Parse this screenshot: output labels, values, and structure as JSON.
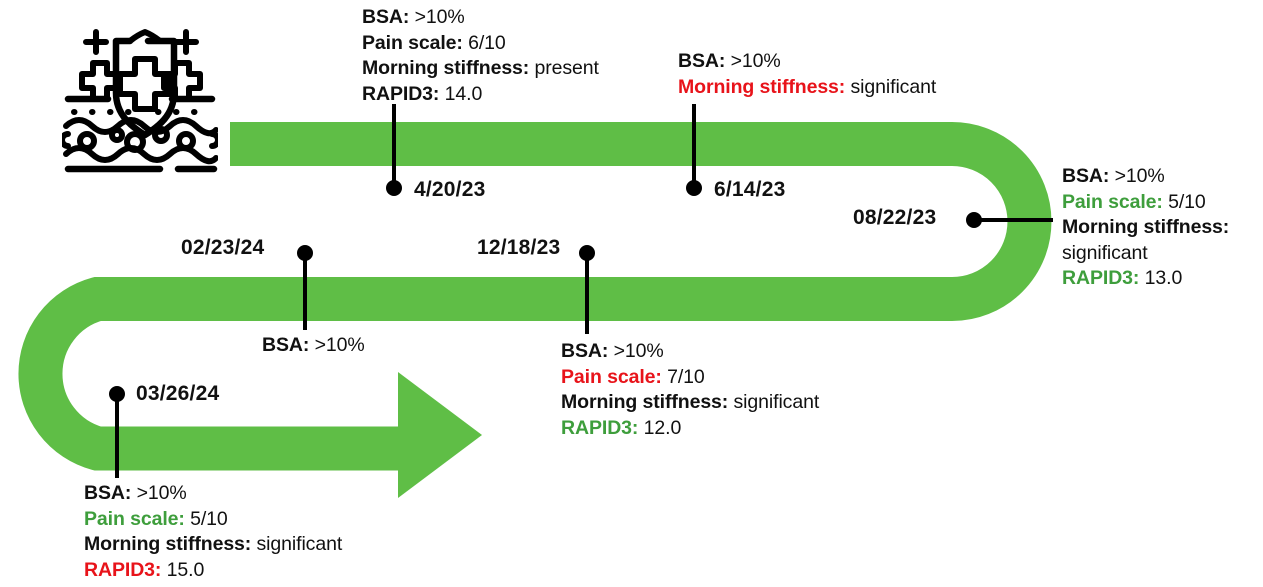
{
  "figure": {
    "type": "patient-timeline",
    "icon_name": "skin-shield-protection-icon",
    "arrow_color": "#5FBE46",
    "accent_colors": {
      "neutral": "#111111",
      "worsened": "#E8131A",
      "improved": "#3E9E3C"
    }
  },
  "events": [
    {
      "id": "e1",
      "date": "4/20/23",
      "lines": [
        {
          "label": "BSA:",
          "value": " >10%",
          "label_color": "neutral",
          "value_color": "neutral"
        },
        {
          "label": "Pain scale:",
          "value": " 6/10",
          "label_color": "neutral",
          "value_color": "neutral"
        },
        {
          "label": "Morning stiffness:",
          "value": " present",
          "label_color": "neutral",
          "value_color": "neutral"
        },
        {
          "label": "RAPID3:",
          "value": " 14.0",
          "label_color": "neutral",
          "value_color": "neutral"
        }
      ]
    },
    {
      "id": "e2",
      "date": "6/14/23",
      "lines": [
        {
          "label": "BSA:",
          "value": " >10%",
          "label_color": "neutral",
          "value_color": "neutral"
        },
        {
          "label": "Morning stiffness:",
          "value": " significant",
          "label_color": "worsened",
          "value_color": "neutral"
        }
      ]
    },
    {
      "id": "e3",
      "date": "08/22/23",
      "lines": [
        {
          "label": "BSA:",
          "value": " >10%",
          "label_color": "neutral",
          "value_color": "neutral"
        },
        {
          "label": "Pain scale:",
          "value": " 5/10",
          "label_color": "improved",
          "value_color": "neutral"
        },
        {
          "label": "Morning stiffness:",
          "value": " significant",
          "label_color": "neutral",
          "value_color": "neutral"
        },
        {
          "label": "RAPID3:",
          "value": " 13.0",
          "label_color": "improved",
          "value_color": "neutral"
        }
      ]
    },
    {
      "id": "e4",
      "date": "12/18/23",
      "lines": [
        {
          "label": "BSA:",
          "value": " >10%",
          "label_color": "neutral",
          "value_color": "neutral"
        },
        {
          "label": "Pain scale:",
          "value": " 7/10",
          "label_color": "worsened",
          "value_color": "neutral"
        },
        {
          "label": "Morning stiffness:",
          "value": " significant",
          "label_color": "neutral",
          "value_color": "neutral"
        },
        {
          "label": "RAPID3:",
          "value": " 12.0",
          "label_color": "improved",
          "value_color": "neutral"
        }
      ]
    },
    {
      "id": "e5",
      "date": "02/23/24",
      "lines": [
        {
          "label": "BSA:",
          "value": " >10%",
          "label_color": "neutral",
          "value_color": "neutral"
        }
      ]
    },
    {
      "id": "e6",
      "date": "03/26/24",
      "lines": [
        {
          "label": "BSA:",
          "value": " >10%",
          "label_color": "neutral",
          "value_color": "neutral"
        },
        {
          "label": "Pain scale:",
          "value": " 5/10",
          "label_color": "improved",
          "value_color": "neutral"
        },
        {
          "label": "Morning stiffness:",
          "value": " significant",
          "label_color": "neutral",
          "value_color": "neutral"
        },
        {
          "label": "RAPID3:",
          "value": " 15.0",
          "label_color": "worsened",
          "value_color": "neutral"
        }
      ]
    }
  ]
}
